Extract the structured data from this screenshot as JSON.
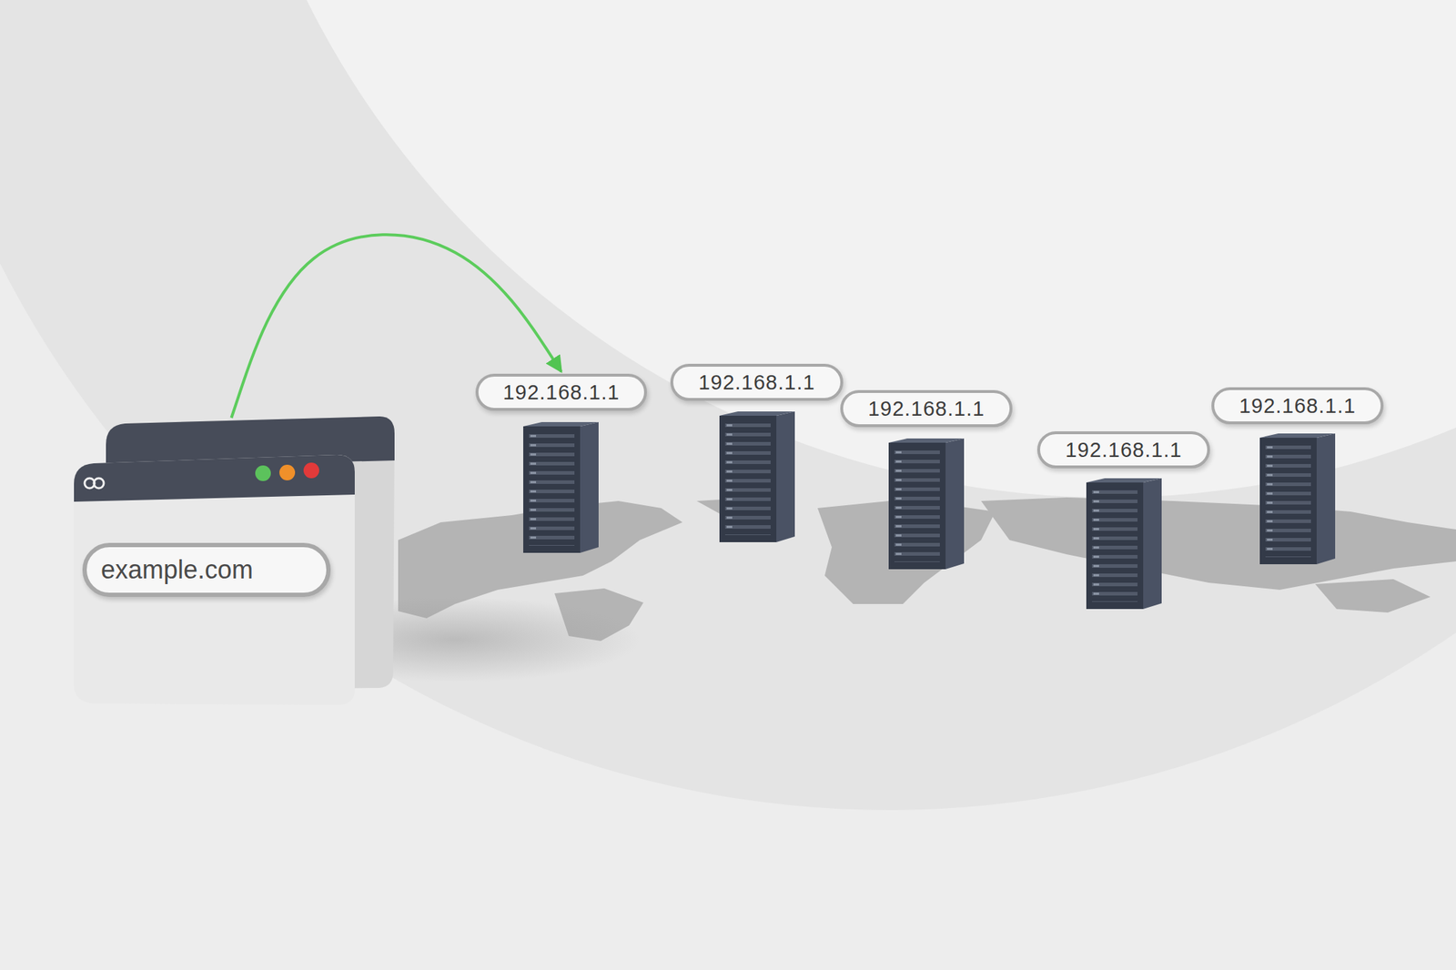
{
  "diagram": {
    "nodes": [
      {
        "text": [
          "example.com"
        ]
      },
      {
        "text": [
          "192.168.1.1"
        ]
      },
      {
        "text": [
          "192.168.1.1"
        ]
      },
      {
        "text": [
          "192.168.1.1"
        ]
      },
      {
        "text": [
          "192.168.1.1"
        ]
      },
      {
        "text": [
          "192.168.1.1"
        ]
      }
    ],
    "edges": [
      {
        "from": 0,
        "to": 1,
        "arrow": "to"
      }
    ]
  }
}
